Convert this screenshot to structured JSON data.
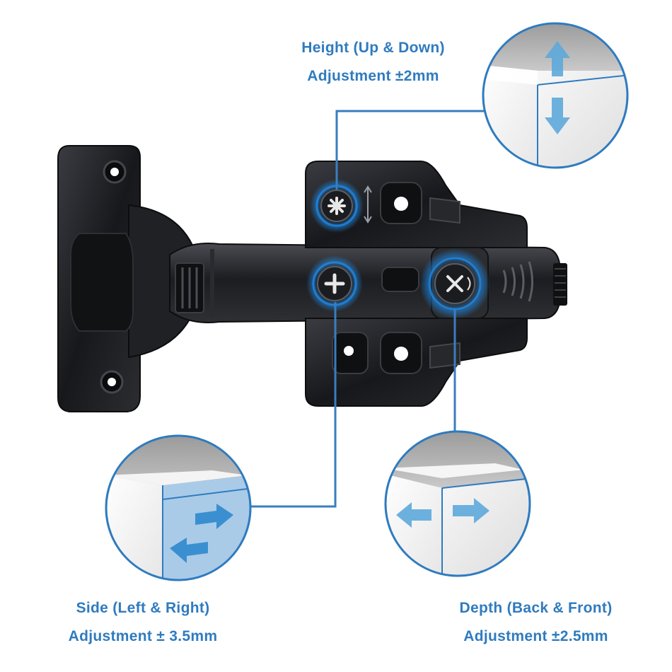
{
  "colors": {
    "accent": "#2f7bbf",
    "line": "#3a7dc0",
    "ring_glow": "#1e88e5",
    "hinge_metal": "#1b1c1f"
  },
  "callouts": {
    "height": {
      "line1": "Height (Up & Down)",
      "line2": "Adjustment ±2mm",
      "arrows": "up-down"
    },
    "side": {
      "line1": "Side (Left & Right)",
      "line2": "Adjustment ± 3.5mm",
      "arrows": "left-right"
    },
    "depth": {
      "line1": "Depth (Back & Front)",
      "line2": "Adjustment ±2.5mm",
      "arrows": "back-front"
    }
  },
  "icons": [
    "height-screw-icon",
    "side-screw-icon",
    "depth-screw-icon",
    "up-arrow-icon",
    "down-arrow-icon",
    "right-arrow-icon",
    "left-arrow-icon"
  ]
}
